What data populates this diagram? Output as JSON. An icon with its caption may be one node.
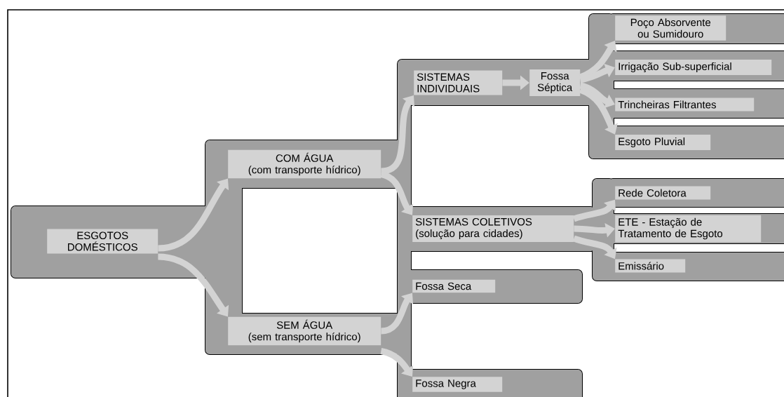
{
  "diagram": {
    "nodes": [
      {
        "text": [
          "ESGOTOS DOMÉSTICOS"
        ]
      },
      {
        "text": [
          "COM ÁGUA",
          "(com transporte hídrico)"
        ]
      },
      {
        "text": [
          "SEM ÁGUA",
          "(sem transporte hídrico)"
        ]
      },
      {
        "text": [
          "SISTEMAS INDIVIDUAIS"
        ]
      },
      {
        "text": [
          "Fossa Séptica"
        ]
      },
      {
        "text": [
          "SISTEMAS COLETIVOS",
          "(solução para cidades)"
        ]
      },
      {
        "text": [
          "Fossa Seca"
        ]
      },
      {
        "text": [
          "Fossa Negra"
        ]
      },
      {
        "text": [
          "Poço Absorvente ou Sumidouro"
        ]
      },
      {
        "text": [
          "Irrigação Sub-superficial"
        ]
      },
      {
        "text": [
          "Trincheiras Filtrantes"
        ]
      },
      {
        "text": [
          "Esgoto Pluvial"
        ]
      },
      {
        "text": [
          "Rede Coletora"
        ]
      },
      {
        "text": [
          "ETE - Estação de Tratamento de Esgoto"
        ]
      },
      {
        "text": [
          "Emissário"
        ]
      }
    ],
    "edges": [
      {
        "from": 0,
        "to": 1,
        "arrow": "to"
      },
      {
        "from": 0,
        "to": 2,
        "arrow": "to"
      },
      {
        "from": 1,
        "to": 3,
        "arrow": "to"
      },
      {
        "from": 1,
        "to": 5,
        "arrow": "to"
      },
      {
        "from": 3,
        "to": 4,
        "arrow": "to"
      },
      {
        "from": 4,
        "to": 8,
        "arrow": "to"
      },
      {
        "from": 4,
        "to": 9,
        "arrow": "to"
      },
      {
        "from": 4,
        "to": 10,
        "arrow": "to"
      },
      {
        "from": 4,
        "to": 11,
        "arrow": "to"
      },
      {
        "from": 5,
        "to": 12,
        "arrow": "to"
      },
      {
        "from": 5,
        "to": 13,
        "arrow": "to"
      },
      {
        "from": 5,
        "to": 14,
        "arrow": "to"
      },
      {
        "from": 2,
        "to": 6,
        "arrow": "to"
      },
      {
        "from": 2,
        "to": 7,
        "arrow": "to"
      }
    ]
  }
}
